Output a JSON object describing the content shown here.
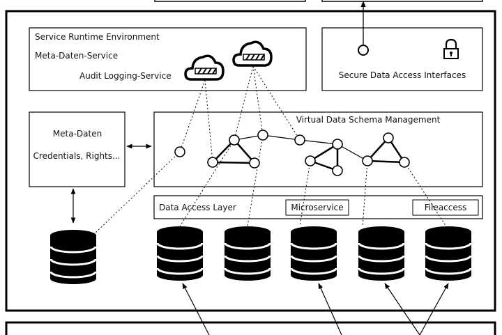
{
  "runtime": {
    "title": "Service Runtime Environment",
    "meta_service": "Meta-Daten-Service",
    "audit_service": "Audit Logging-Service"
  },
  "secure": {
    "label": "Secure Data Access Interfaces"
  },
  "metadata": {
    "title": "Meta-Daten",
    "subtitle": "Credentials, Rights..."
  },
  "schema": {
    "title": "Virtual Data Schema Management"
  },
  "access": {
    "title": "Data Access Layer",
    "microservice": "Microservice",
    "fileaccess": "Fileaccess"
  },
  "icons": {
    "cloud": "cloud-icon",
    "lock": "lock-icon",
    "database": "database-icon"
  }
}
